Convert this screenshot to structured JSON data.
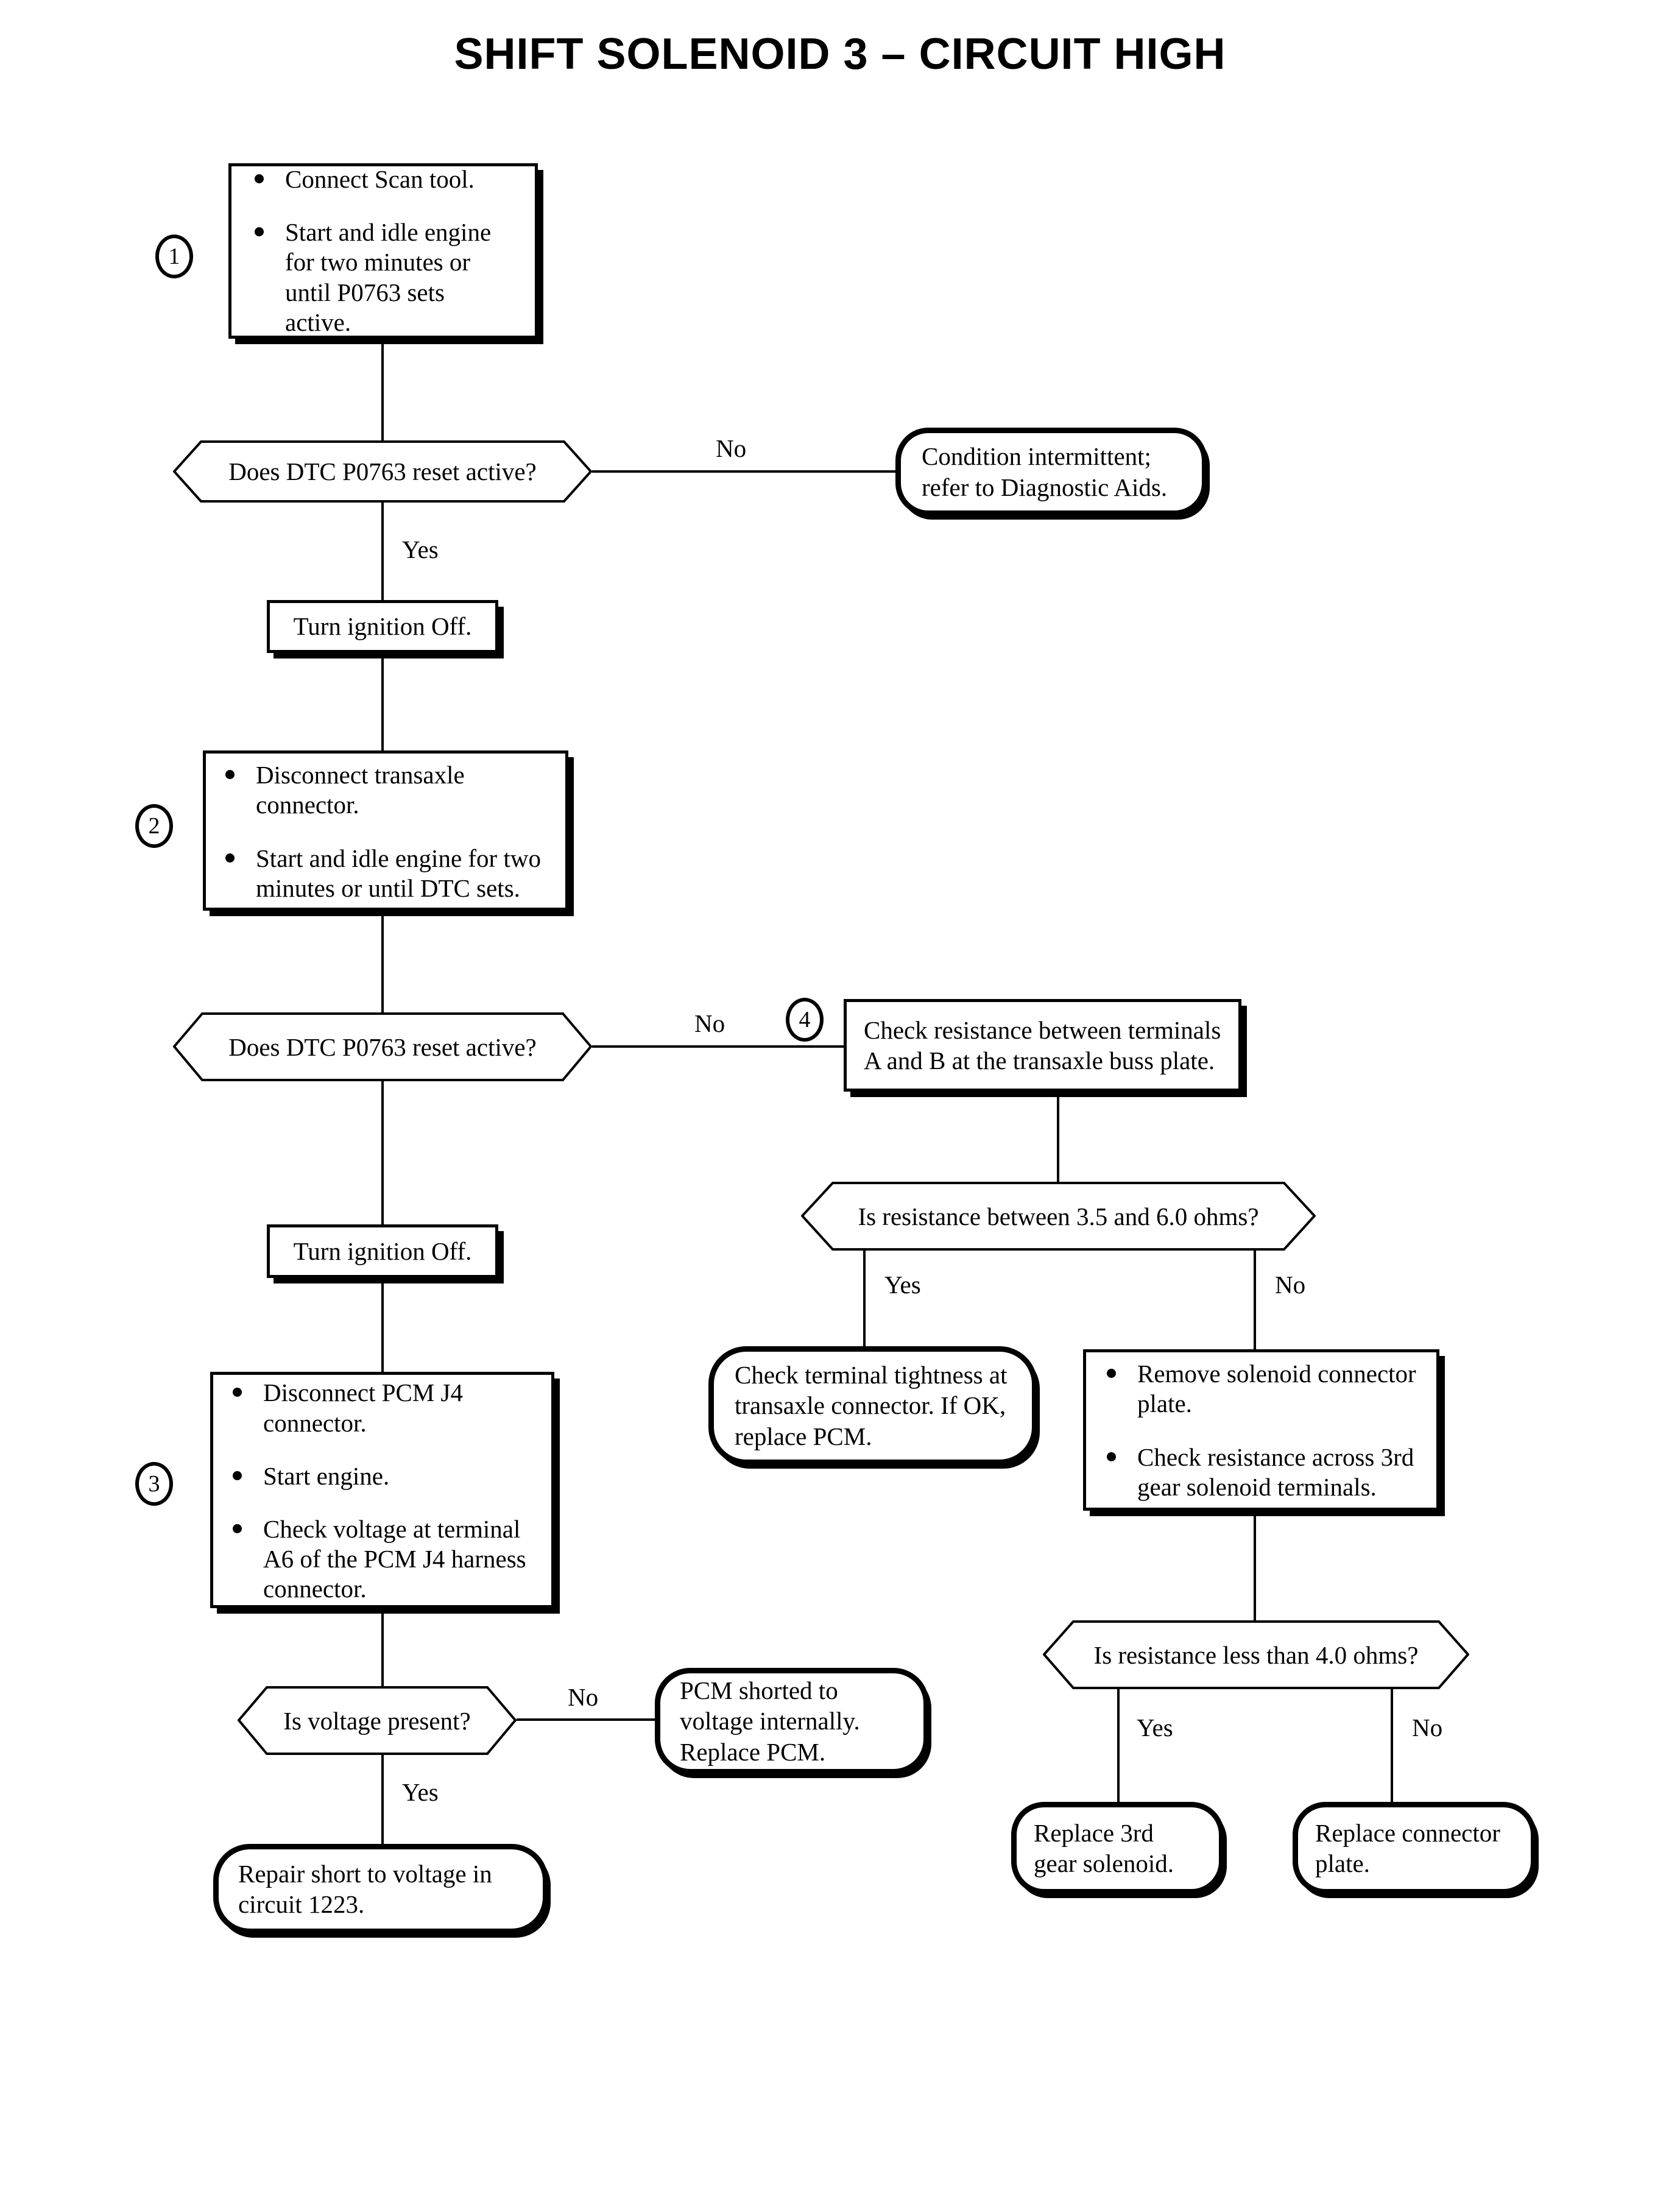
{
  "title": "SHIFT SOLENOID 3 – CIRCUIT HIGH",
  "steps": {
    "s1": "1",
    "s2": "2",
    "s3": "3",
    "s4": "4"
  },
  "nodes": {
    "step1": {
      "bullets": [
        "Connect Scan tool.",
        "Start and idle engine for two minutes or until P0763 sets active."
      ]
    },
    "decision1": {
      "text": "Does DTC P0763 reset active?"
    },
    "intermittent": {
      "text": "Condition intermittent; refer to Diagnostic Aids."
    },
    "ignition_off_1": {
      "text": "Turn ignition Off."
    },
    "step2": {
      "bullets": [
        "Disconnect transaxle connector.",
        "Start and idle engine for two minutes or until DTC sets."
      ]
    },
    "decision2": {
      "text": "Does DTC P0763 reset active?"
    },
    "step4": {
      "text": "Check resistance between terminals A and B at the transaxle buss plate."
    },
    "decision3": {
      "text": "Is resistance between 3.5 and 6.0 ohms?"
    },
    "check_terminal": {
      "text": "Check terminal tightness at transaxle connector. If OK, replace PCM."
    },
    "remove_solenoid": {
      "bullets": [
        "Remove solenoid connector plate.",
        "Check resistance across 3rd gear solenoid terminals."
      ]
    },
    "decision4": {
      "text": "Is resistance less than 4.0 ohms?"
    },
    "replace_solenoid": {
      "text": "Replace 3rd gear solenoid."
    },
    "replace_plate": {
      "text": "Replace connector plate."
    },
    "ignition_off_2": {
      "text": "Turn ignition Off."
    },
    "step3": {
      "bullets": [
        "Disconnect PCM J4 connector.",
        "Start engine.",
        "Check voltage at terminal A6 of the PCM J4 harness connector."
      ]
    },
    "decision5": {
      "text": "Is voltage present?"
    },
    "pcm_shorted": {
      "text": "PCM shorted to voltage internally. Replace PCM."
    },
    "repair_short": {
      "text": "Repair short to voltage in circuit 1223."
    }
  },
  "edges": {
    "d1_no": "No",
    "d1_yes": "Yes",
    "d2_no": "No",
    "d3_yes": "Yes",
    "d3_no": "No",
    "d4_yes": "Yes",
    "d4_no": "No",
    "d5_no": "No",
    "d5_yes": "Yes"
  },
  "colors": {
    "ink": "#000000",
    "paper": "#ffffff"
  }
}
